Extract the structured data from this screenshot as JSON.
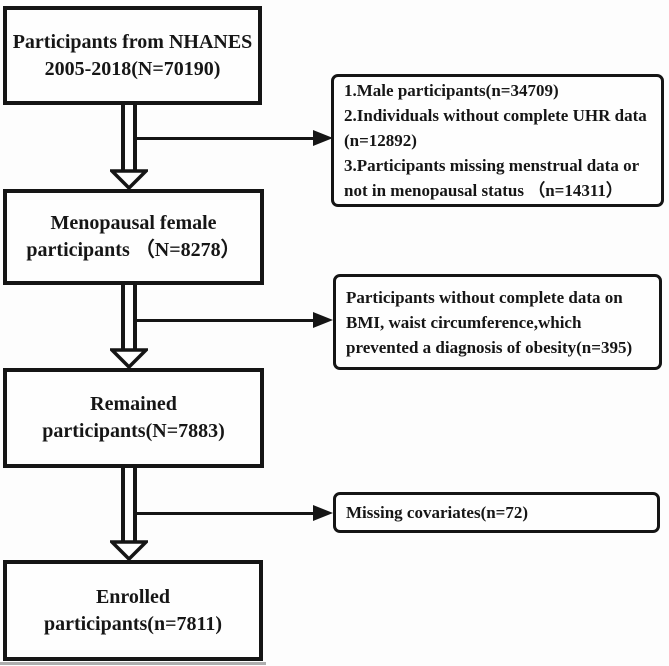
{
  "figure": {
    "background": "#fdfdfd",
    "line_color": "#151515",
    "main_boxes": [
      {
        "name": "participants-nhanes",
        "lines": [
          "Participants from NHANES",
          "2005-2018(N=70190)"
        ]
      },
      {
        "name": "menopausal-female",
        "lines": [
          "Menopausal female",
          "participants （N=8278）"
        ]
      },
      {
        "name": "remained",
        "lines": [
          "Remained",
          "participants(N=7883)"
        ]
      },
      {
        "name": "enrolled",
        "lines": [
          "Enrolled",
          "participants(n=7811)"
        ]
      }
    ],
    "exclusion_boxes": [
      {
        "name": "exclusions-step1",
        "lines": [
          "1.Male participants(n=34709)",
          "2.Individuals without complete UHR data",
          "(n=12892)",
          "3.Participants missing menstrual data or",
          "not in menopausal status （n=14311）"
        ]
      },
      {
        "name": "exclusions-step2",
        "lines": [
          "Participants without complete data on",
          "BMI, waist circumference,which",
          "prevented a diagnosis of obesity(n=395)"
        ]
      },
      {
        "name": "exclusions-step3",
        "lines": [
          "Missing covariates(n=72)"
        ]
      }
    ]
  }
}
